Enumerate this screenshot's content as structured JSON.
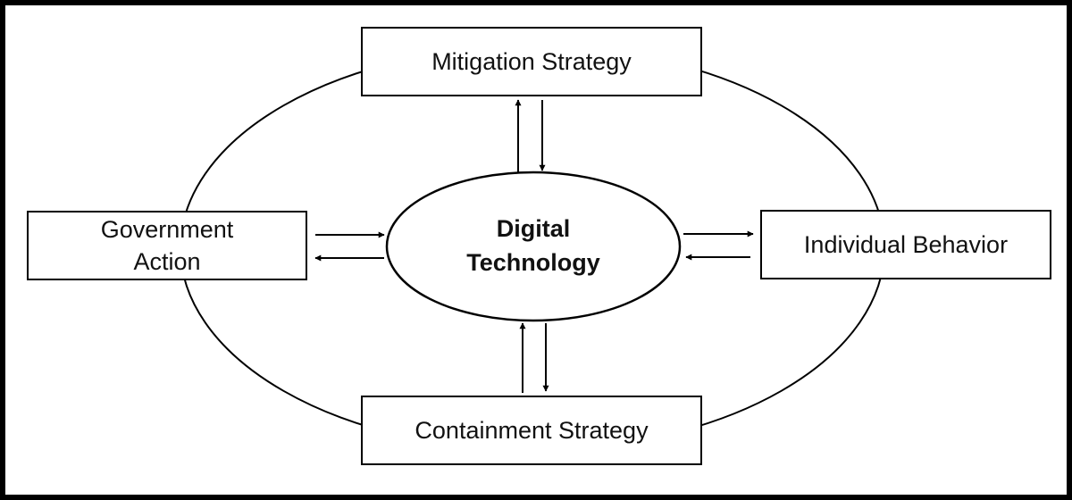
{
  "diagram": {
    "center": {
      "line1": "Digital",
      "line2": "Technology"
    },
    "nodes": {
      "mitigation": "Mitigation Strategy",
      "government_line1": "Government",
      "government_line2": "Action",
      "individual": "Individual Behavior",
      "containment": "Containment Strategy"
    }
  },
  "colors": {
    "stroke": "#000000",
    "background": "#ffffff",
    "text": "#111111"
  }
}
